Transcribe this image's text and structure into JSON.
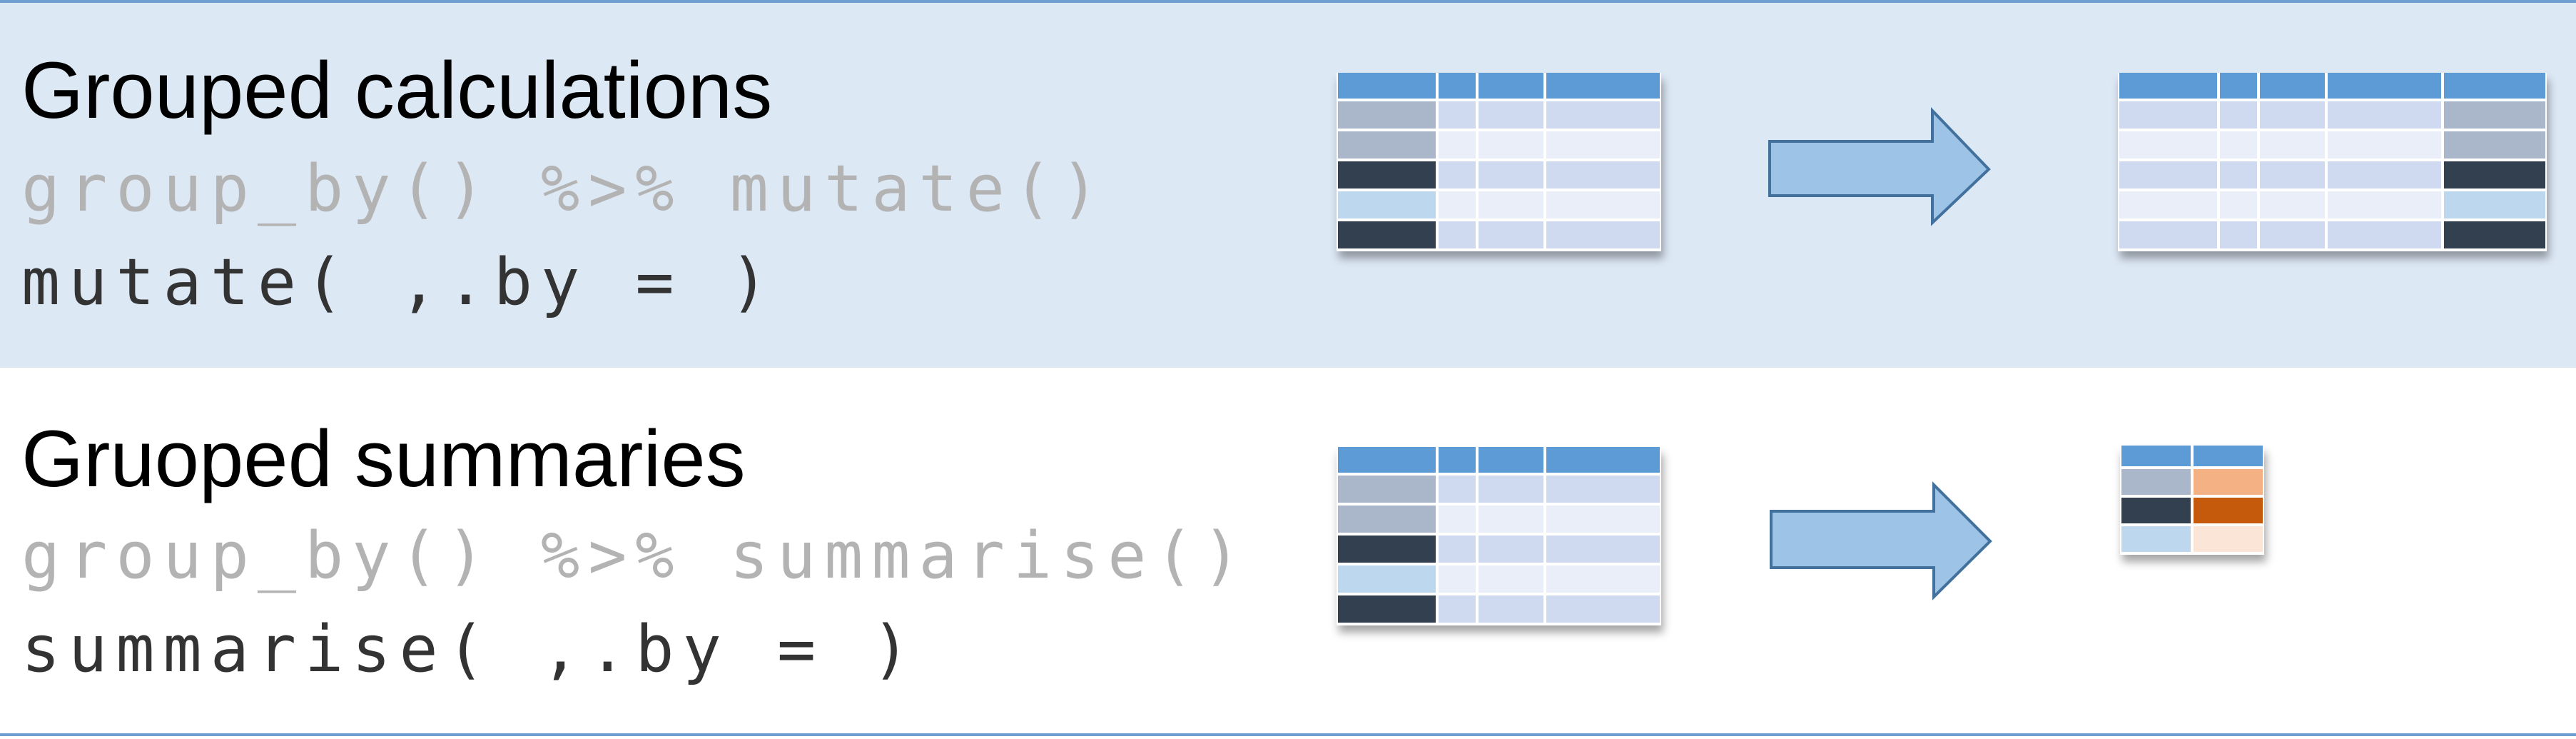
{
  "sections": [
    {
      "title": "Grouped calculations",
      "pipe_code": "group_by() %>% mutate()",
      "by_code": "mutate( ,.by = )"
    },
    {
      "title": "Gruoped summaries",
      "pipe_code": "group_by() %>% summarise()",
      "by_code": "summarise( ,.by = )"
    }
  ],
  "colors": {
    "top_band": "#dde8f5",
    "rule": "#6f9fd0",
    "table_header": "#5b9bd5",
    "group_a": "#aab6c9",
    "group_b": "#333f50",
    "group_c": "#bdd7ee",
    "cell_dark": "#cfdaf0",
    "cell_light": "#e9eef8",
    "arrow_fill": "#9dc3e6",
    "arrow_stroke": "#41719c",
    "summary_a": "#f4b183",
    "summary_b": "#c55a11",
    "summary_c": "#fbe5d6"
  },
  "icons": [
    "right-arrow-icon",
    "table-icon"
  ]
}
